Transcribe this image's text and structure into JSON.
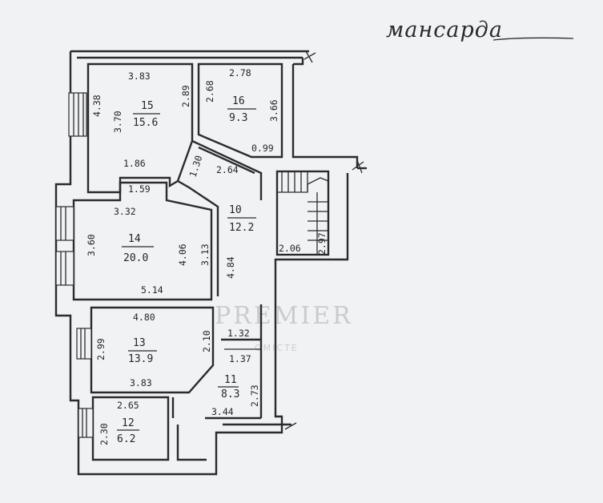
{
  "title": "мансарда",
  "watermark": {
    "brand": "PREMIER",
    "sub": "ОМІСТЕ"
  },
  "rooms": [
    {
      "id": "15",
      "area": "15.6"
    },
    {
      "id": "16",
      "area": "9.3"
    },
    {
      "id": "10",
      "area": "12.2"
    },
    {
      "id": "14",
      "area": "20.0"
    },
    {
      "id": "13",
      "area": "13.9"
    },
    {
      "id": "11",
      "area": "8.3"
    },
    {
      "id": "12",
      "area": "6.2"
    }
  ],
  "dimensions": {
    "r15_top": "3.83",
    "r15_outer": "4.38",
    "r15_inner": "3.70",
    "r15_right": "2.89",
    "r15_bottom": "1.86",
    "r16_top": "2.78",
    "r16_left": "2.68",
    "r16_right": "3.66",
    "r16_bottom": "0.99",
    "diag_short": "1.30",
    "diag_long": "2.64",
    "r10_right": "2.06",
    "stair": "2.97",
    "r10_corr": "4.84",
    "r14_bay": "1.59",
    "r14_top": "3.32",
    "r14_left": "3.60",
    "r14_right_a": "4.06",
    "r14_right_b": "3.13",
    "r14_bottom": "5.14",
    "r13_top": "4.80",
    "r13_left": "2.99",
    "r13_right": "2.10",
    "r13_bottom": "3.83",
    "r11_top": "1.32",
    "r11_mid": "1.37",
    "r11_right": "2.73",
    "r11_bottom": "3.44",
    "r12_top": "2.65",
    "r12_left": "2.30"
  }
}
